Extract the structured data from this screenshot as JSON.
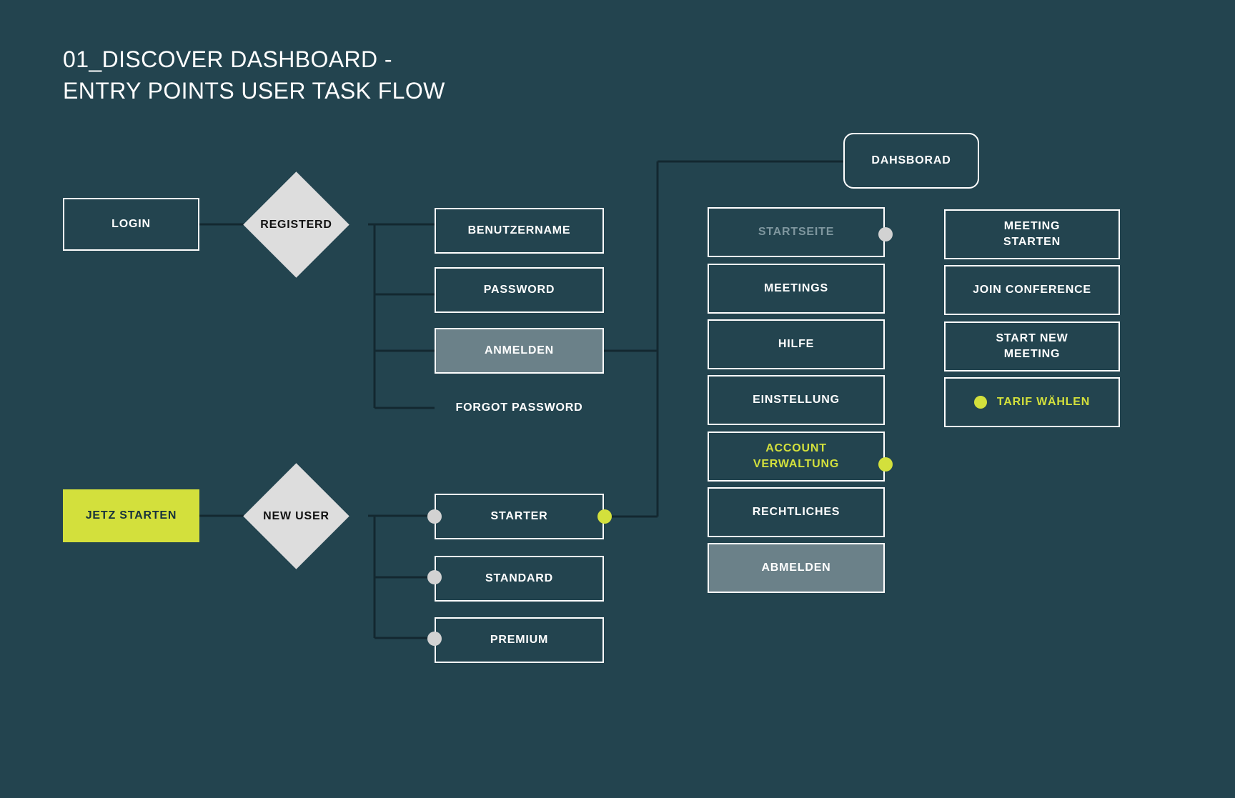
{
  "page": {
    "background_color": "#23444f",
    "title": "01_DISCOVER DASHBOARD -\nENTRY POINTS USER TASK FLOW"
  },
  "colors": {
    "background": "#23444f",
    "accent_lime": "#d3e03c",
    "node_border": "#ffffff",
    "filled_gray": "#6b8189",
    "diamond_fill": "#dddddd",
    "dim_text": "#7f979f",
    "dot_gray": "#d2d2d2",
    "connector": "#132830"
  },
  "flow": {
    "login_entry": {
      "label": "LOGIN"
    },
    "registered_decision": {
      "label": "REGISTERD"
    },
    "login_fields": [
      {
        "label": "BENUTZERNAME",
        "style": "outline"
      },
      {
        "label": "PASSWORD",
        "style": "outline"
      },
      {
        "label": "ANMELDEN",
        "style": "filled-gray"
      }
    ],
    "forgot_password": {
      "label": "FORGOT PASSWORD",
      "style": "plain"
    },
    "start_entry": {
      "label": "JETZ STARTEN",
      "style": "filled-lime"
    },
    "new_user_decision": {
      "label": "NEW USER"
    },
    "plans": [
      {
        "label": "STARTER",
        "left_dot": "gray",
        "right_dot": "lime"
      },
      {
        "label": "STANDARD",
        "left_dot": "gray",
        "right_dot": null
      },
      {
        "label": "PREMIUM",
        "left_dot": "gray",
        "right_dot": null
      }
    ],
    "dashboard": {
      "label": "DAHSBORAD"
    },
    "dashboard_menu": [
      {
        "label": "STARTSEITE",
        "style": "dim",
        "right_dot": "gray"
      },
      {
        "label": "MEETINGS",
        "style": "outline",
        "right_dot": null
      },
      {
        "label": "HILFE",
        "style": "outline",
        "right_dot": null
      },
      {
        "label": "EINSTELLUNG",
        "style": "outline",
        "right_dot": null
      },
      {
        "label": "ACCOUNT\nVERWALTUNG",
        "style": "lime-text",
        "right_dot": "lime"
      },
      {
        "label": "RECHTLICHES",
        "style": "outline",
        "right_dot": null
      },
      {
        "label": "ABMELDEN",
        "style": "filled-gray",
        "right_dot": null
      }
    ],
    "actions": [
      {
        "label": "MEETING\nSTARTEN",
        "style": "outline",
        "inline_dot": false
      },
      {
        "label": "JOIN CONFERENCE",
        "style": "outline",
        "inline_dot": false
      },
      {
        "label": "START NEW\nMEETING",
        "style": "outline",
        "inline_dot": false
      },
      {
        "label": "TARIF WÄHLEN",
        "style": "lime-text",
        "inline_dot": true
      }
    ]
  }
}
